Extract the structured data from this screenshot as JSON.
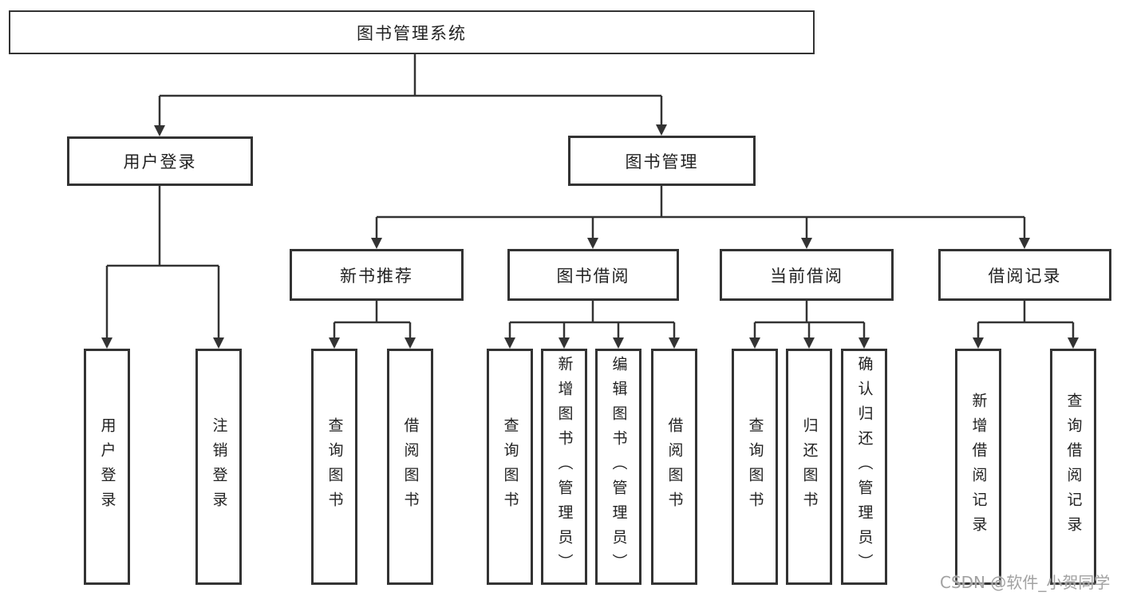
{
  "diagram": {
    "title": "图书管理系统",
    "type": "hierarchy-tree"
  },
  "nodes": {
    "root": "图书管理系统",
    "level2": {
      "user_login": "用户登录",
      "book_management": "图书管理"
    },
    "level3": {
      "new_book_recommend": "新书推荐",
      "book_borrow": "图书借阅",
      "current_borrow": "当前借阅",
      "borrow_records": "借阅记录"
    },
    "leaves": {
      "user_login_group": [
        "用户登录",
        "注销登录"
      ],
      "new_book_group": [
        "查询图书",
        "借阅图书"
      ],
      "book_borrow_group": [
        "查询图书",
        "新增图书（管理员）",
        "编辑图书（管理员）",
        "借阅图书"
      ],
      "current_borrow_group": [
        "查询图书",
        "归还图书",
        "确认归还（管理员）"
      ],
      "borrow_records_group": [
        "新增借阅记录",
        "查询借阅记录"
      ]
    }
  },
  "watermark": "CSDN @软件_小贺同学",
  "colors": {
    "background": "#ffffff",
    "line": "#333333",
    "box_border": "#333333",
    "text": "#222222",
    "watermark_text": "#a2a2a2"
  }
}
